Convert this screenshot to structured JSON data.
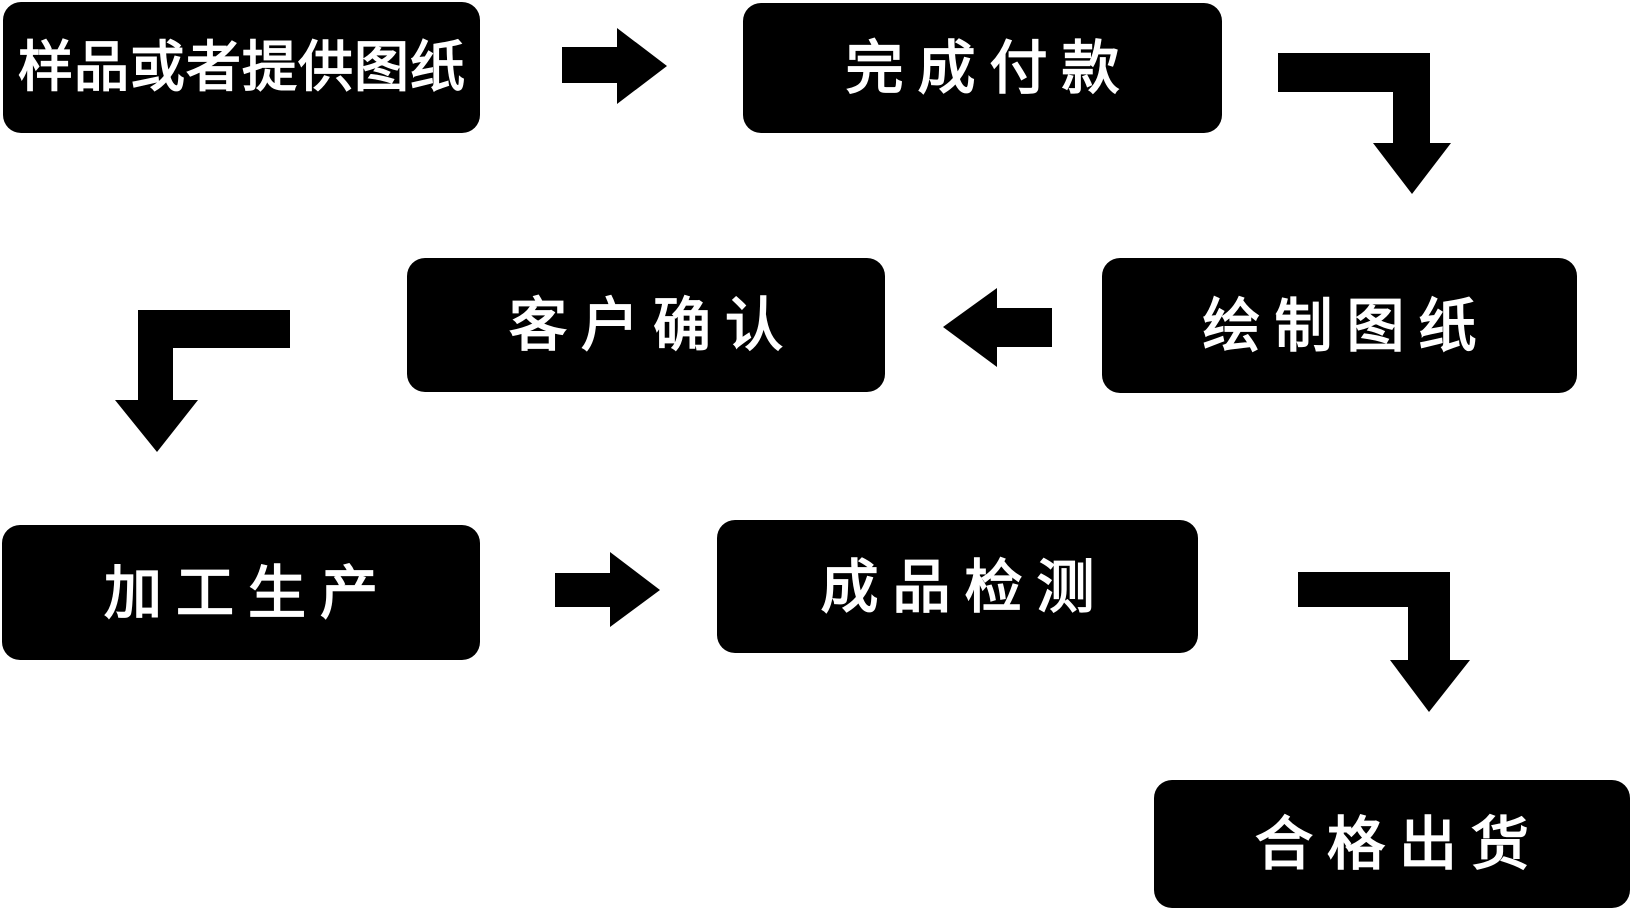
{
  "diagram": {
    "type": "flowchart",
    "nodes": [
      {
        "id": "sample",
        "label": "样品或者提供图纸"
      },
      {
        "id": "payment",
        "label": "完成付款"
      },
      {
        "id": "drawing",
        "label": "绘制图纸"
      },
      {
        "id": "confirm",
        "label": "客户确认"
      },
      {
        "id": "production",
        "label": "加工生产"
      },
      {
        "id": "inspection",
        "label": "成品检测"
      },
      {
        "id": "shipment",
        "label": "合格出货"
      }
    ],
    "edges": [
      {
        "from": "样品或者提供图纸",
        "to": "完成付款",
        "shape": "straight-right"
      },
      {
        "from": "完成付款",
        "to": "绘制图纸",
        "shape": "right-then-down"
      },
      {
        "from": "绘制图纸",
        "to": "客户确认",
        "shape": "straight-left"
      },
      {
        "from": "客户确认",
        "to": "加工生产",
        "shape": "left-then-down"
      },
      {
        "from": "加工生产",
        "to": "成品检测",
        "shape": "straight-right"
      },
      {
        "from": "成品检测",
        "to": "合格出货",
        "shape": "right-then-down"
      }
    ],
    "colors": {
      "node_fill": "#000000",
      "node_text": "#ffffff",
      "arrow_fill": "#000000",
      "canvas_bg": "#ffffff"
    }
  }
}
